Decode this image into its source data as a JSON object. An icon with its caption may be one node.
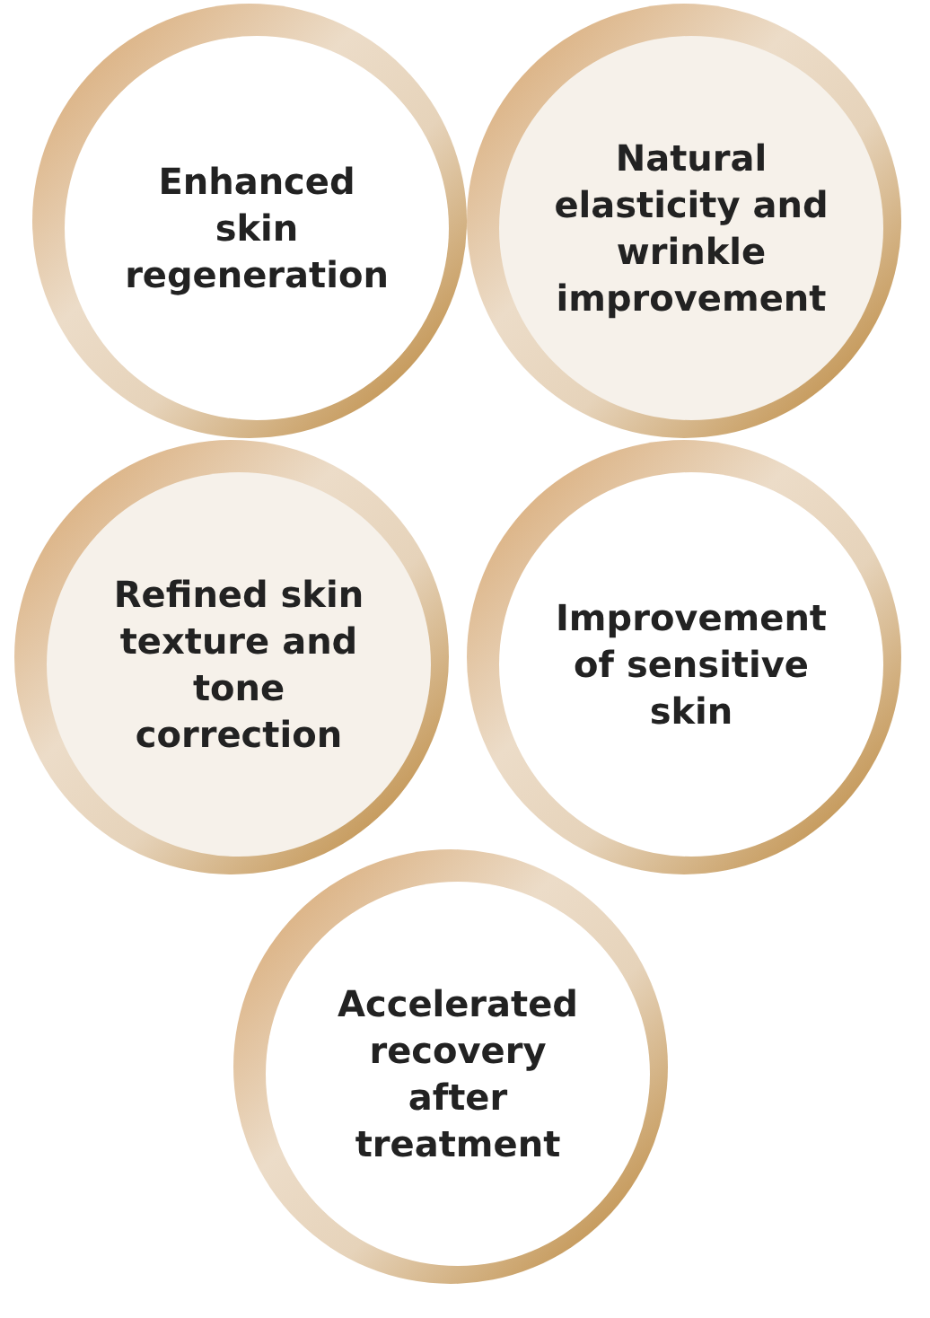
{
  "diagram": {
    "nodes": [
      {
        "text": [
          "Enhanced skin regeneration"
        ]
      },
      {
        "text": [
          "Natural elasticity and wrinkle improvement"
        ]
      },
      {
        "text": [
          "Refined skin texture and tone correction"
        ]
      },
      {
        "text": [
          "Improvement of sensitive skin"
        ]
      },
      {
        "text": [
          "Accelerated recovery after treatment"
        ]
      }
    ]
  }
}
